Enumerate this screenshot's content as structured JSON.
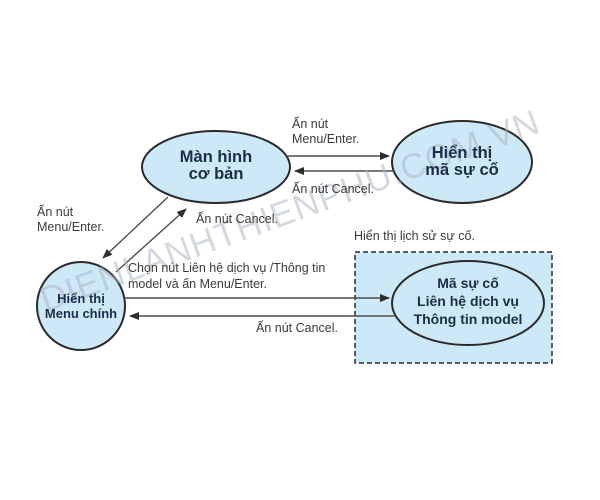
{
  "diagram": {
    "nodes": {
      "basic_screen": {
        "label": "Màn hình\ncơ bản"
      },
      "error_code": {
        "label": "Hiển thị\nmã sự cố"
      },
      "main_menu": {
        "label": "Hiển thị\nMenu chính"
      },
      "service_info": {
        "label": "Mã sự cố\nLiên hệ dịch vụ\nThông tin model"
      }
    },
    "edge_labels": {
      "press_menu_enter_top": "Ấn nút\nMenu/Enter.",
      "press_cancel_top": "Ấn nút Cancel.",
      "press_menu_enter_left": "Ấn nút\nMenu/Enter.",
      "press_cancel_diagonal": "Ấn nút Cancel.",
      "select_service": "Chọn nút Liên hệ dịch vụ /Thông tin\nmodel và ấn Menu/Enter.",
      "press_cancel_bottom": "Ấn nút Cancel.",
      "history_caption": "Hiển thị lịch sử sự cố."
    },
    "watermark": "DIENLANHTHIENPHU.COM.VN",
    "colors": {
      "node_fill": "#cde8f6",
      "node_stroke": "#2b2b2b",
      "node_text": "#1b2d49",
      "label_text": "#3a3a3a",
      "arrow": "#4d4d4d",
      "arrowhead": "#2e2e2e",
      "watermark": "#aab2c0"
    }
  }
}
